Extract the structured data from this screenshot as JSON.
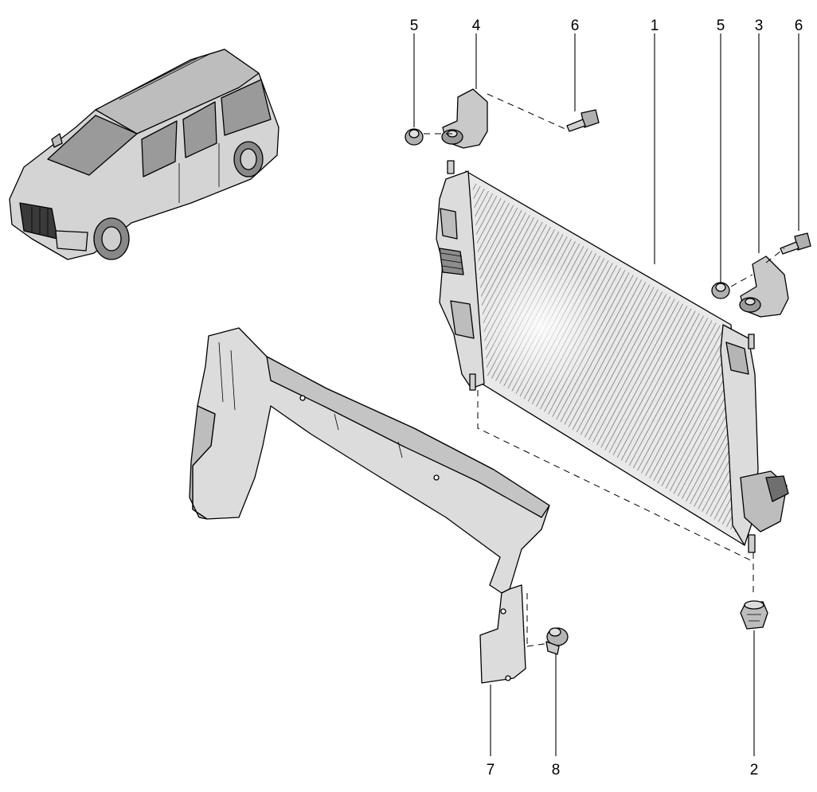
{
  "labels": {
    "radiator": "1",
    "lower_mount": "2",
    "right_bracket": "3",
    "left_bracket": "4",
    "nut_left": "5",
    "nut_right": "5",
    "bolt_left": "6",
    "bolt_right": "6",
    "air_deflector": "7",
    "clip": "8"
  }
}
